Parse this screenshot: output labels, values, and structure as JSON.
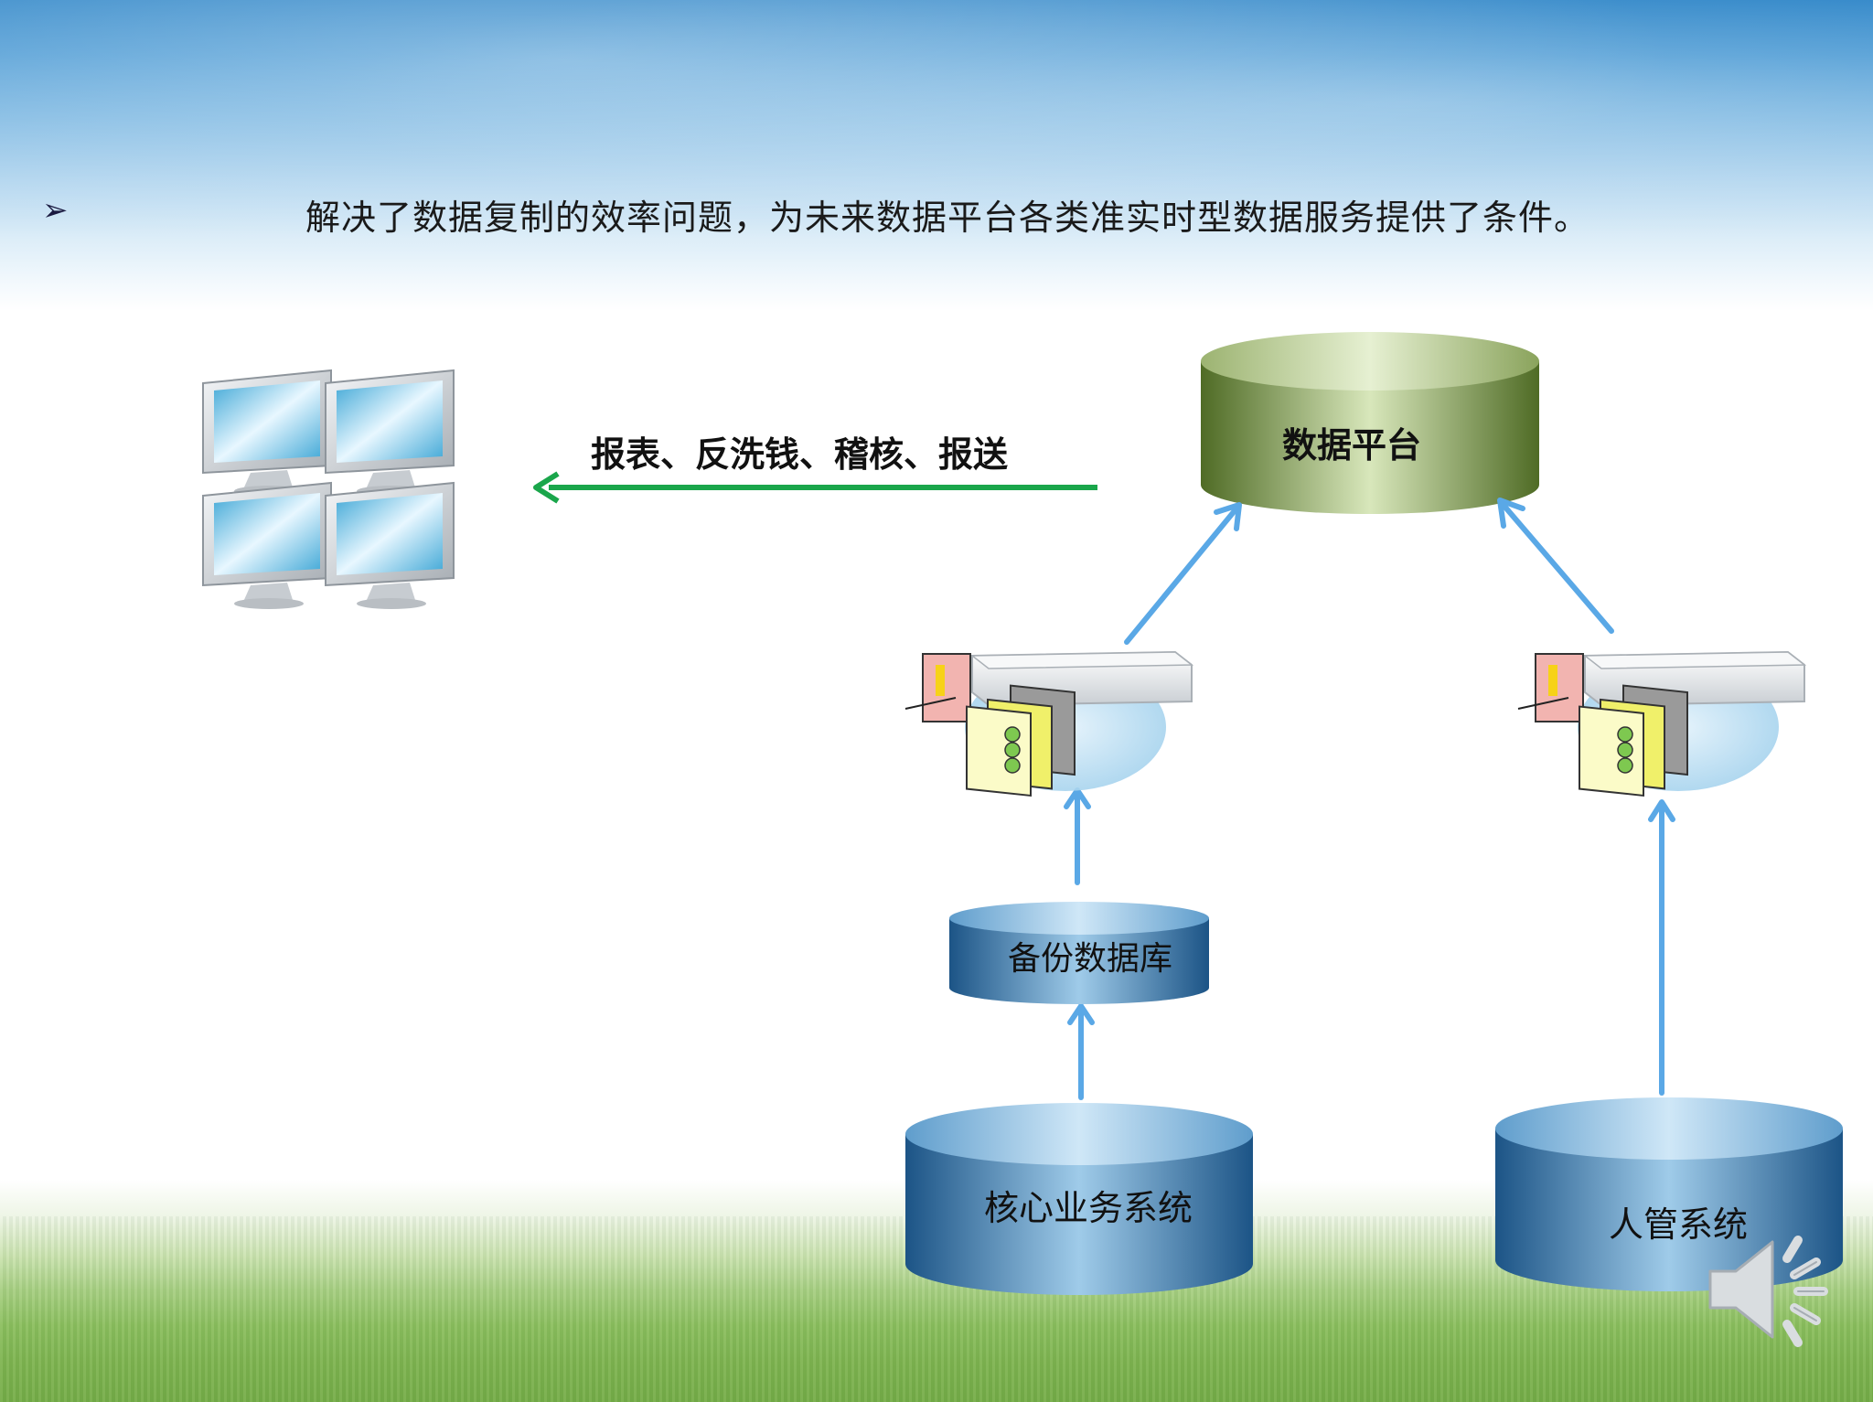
{
  "headline": {
    "bullet": "➢",
    "text": "解决了数据复制的效率问题，为未来数据平台各类准实时型数据服务提供了条件。"
  },
  "diagram": {
    "report_flow_label": "报表、反洗钱、稽核、报送",
    "data_platform_label": "数据平台",
    "backup_db_label": "备份数据库",
    "core_system_label": "核心业务系统",
    "hr_system_label": "人管系统"
  },
  "icons": {
    "client_monitors": "monitor-grid-icon",
    "replication_server": "replication-server-icon",
    "speaker": "speaker-icon"
  },
  "colors": {
    "green_arrow": "#1aa64b",
    "blue_arrow": "#5aa8e6",
    "platform_dark": "#5c7a2e",
    "platform_light": "#d6e6b8",
    "db_dark": "#1f5a8c",
    "db_light": "#a9d3ee"
  }
}
